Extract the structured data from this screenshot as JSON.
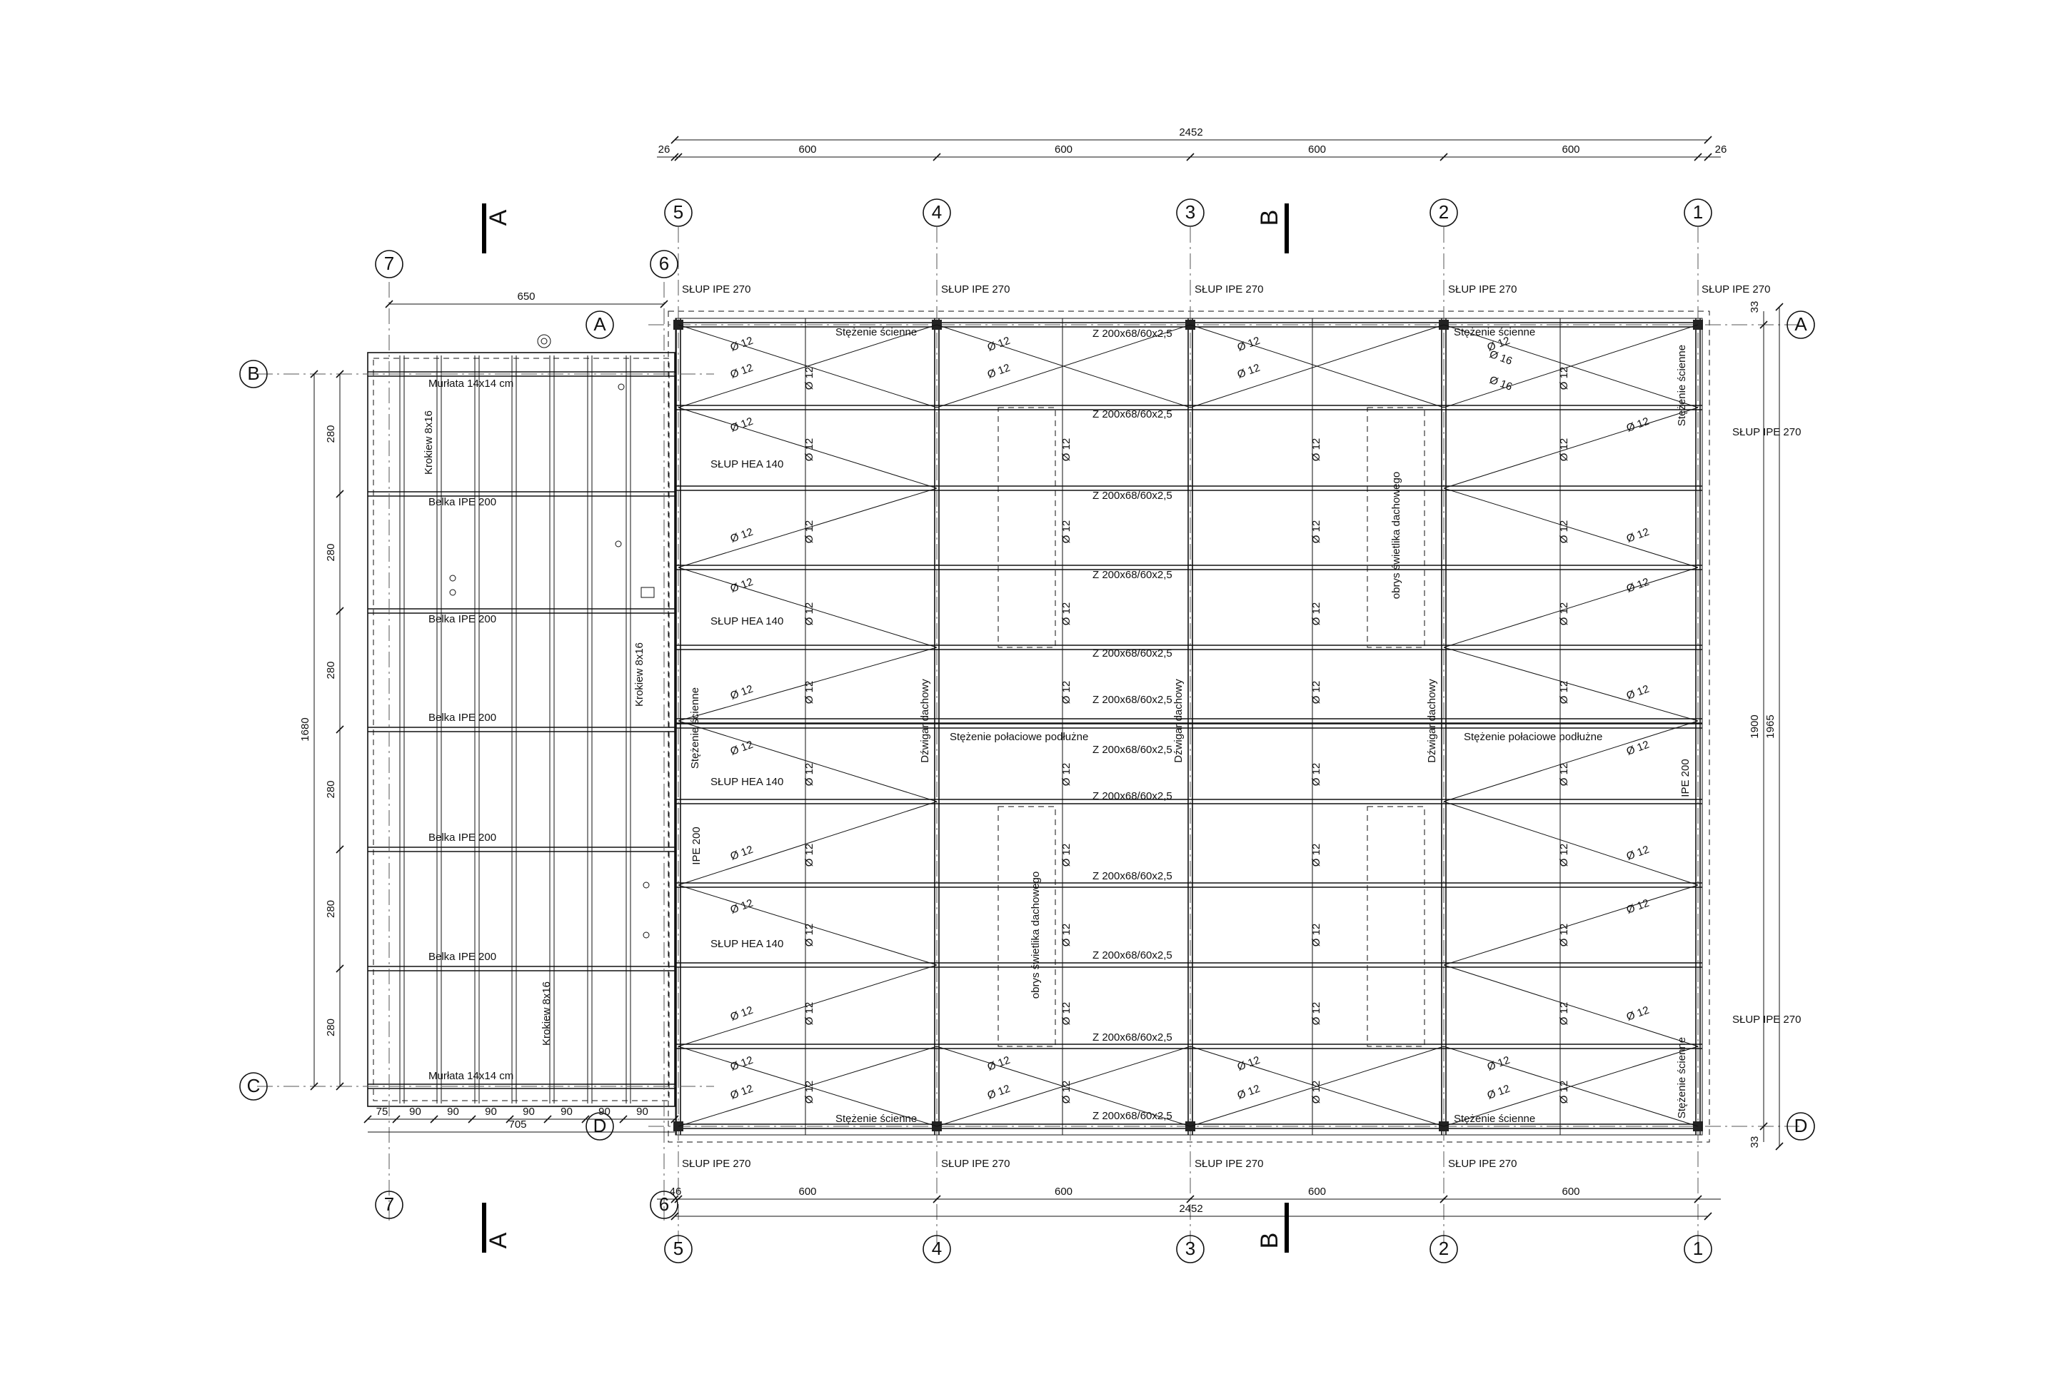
{
  "dims": {
    "overall": "2452",
    "bays": [
      "600",
      "600",
      "600",
      "600"
    ],
    "edge": "26",
    "edge_bottom_left": "46",
    "right_a": "1900",
    "right_b": "1965",
    "right_top": "33",
    "right_bottom": "33",
    "annex_width": "650",
    "annex_total": "705",
    "annex_height": "1680",
    "annex_rows": [
      "280",
      "280",
      "280",
      "280",
      "280",
      "280"
    ],
    "annex_cols": [
      "75",
      "90",
      "90",
      "90",
      "90",
      "90",
      "90",
      "90"
    ]
  },
  "axes": {
    "columns_main": [
      "5",
      "4",
      "3",
      "2",
      "1"
    ],
    "columns_annex": [
      "7",
      "6"
    ],
    "rows": [
      "A",
      "D"
    ],
    "rows_annex": [
      "B",
      "C"
    ]
  },
  "sections": {
    "a": "A",
    "b": "B"
  },
  "labels": {
    "slup_ipe": "SŁUP IPE 270",
    "slup_hea": "SŁUP HEA 140",
    "purlin": "Z 200x68/60x2,5",
    "wall_brace": "Stężenie ścienne",
    "roof_brace_long": "Stężenie połaciowe podłużne",
    "truss": "Dźwigar dachowy",
    "skylight": "obrys świetlika dachowego",
    "ipe200": "IPE 200",
    "rod12": "Ø 12",
    "rod16": "Ø 16",
    "murlata": "Murłata 14x14 cm",
    "belka": "Belka IPE 200",
    "krokiew": "Krokiew 8x16"
  }
}
